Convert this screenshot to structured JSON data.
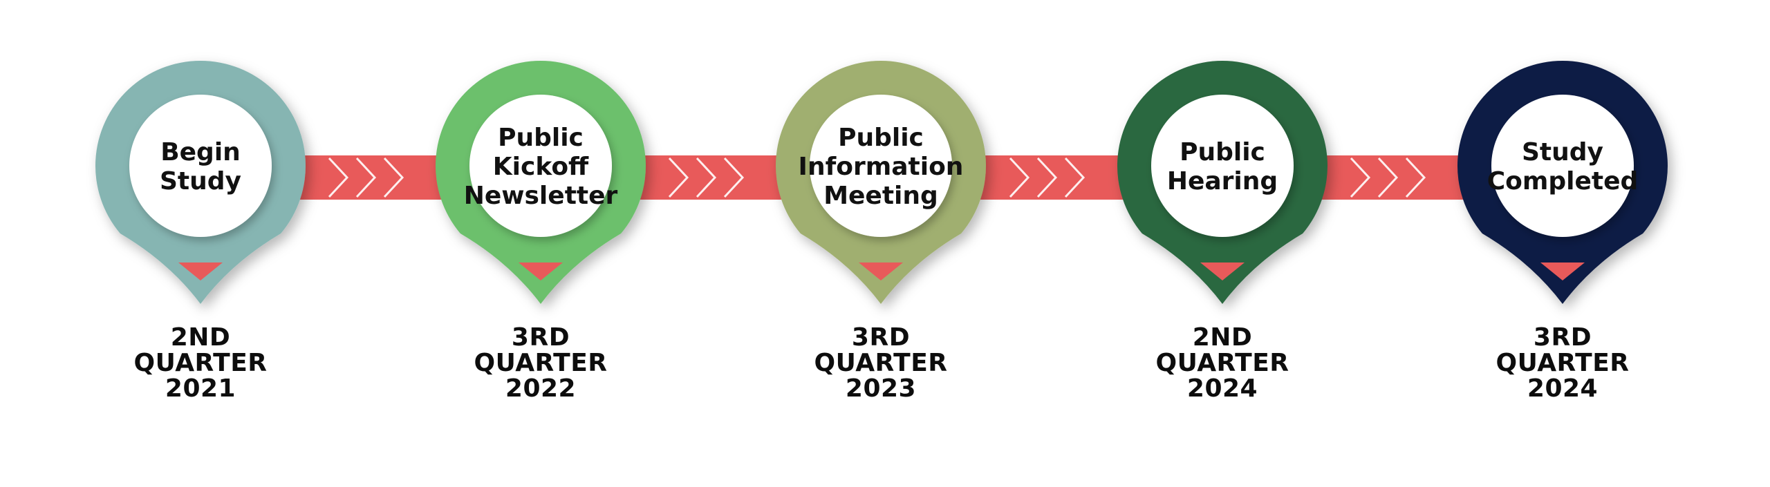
{
  "colors": {
    "connector": "#e85a5a",
    "chevron": "#ffffff",
    "marker": "#e85a5a",
    "inner_circle": "#ffffff",
    "label_text": "#111111",
    "date_text": "#0d0d0d"
  },
  "milestones": [
    {
      "title_lines": [
        "Begin",
        "Study"
      ],
      "date_lines": [
        "2ND",
        "QUARTER",
        "2021"
      ],
      "color": "#86b5b2"
    },
    {
      "title_lines": [
        "Public",
        "Kickoff",
        "Newsletter"
      ],
      "date_lines": [
        "3RD",
        "QUARTER",
        "2022"
      ],
      "color": "#6cc06c"
    },
    {
      "title_lines": [
        "Public",
        "Information",
        "Meeting"
      ],
      "date_lines": [
        "3RD",
        "QUARTER",
        "2023"
      ],
      "color": "#a0af6f"
    },
    {
      "title_lines": [
        "Public",
        "Hearing"
      ],
      "date_lines": [
        "2ND",
        "QUARTER",
        "2024"
      ],
      "color": "#2a6740"
    },
    {
      "title_lines": [
        "Study",
        "Completed"
      ],
      "date_lines": [
        "3RD",
        "QUARTER",
        "2024"
      ],
      "color": "#0e1c45"
    }
  ]
}
